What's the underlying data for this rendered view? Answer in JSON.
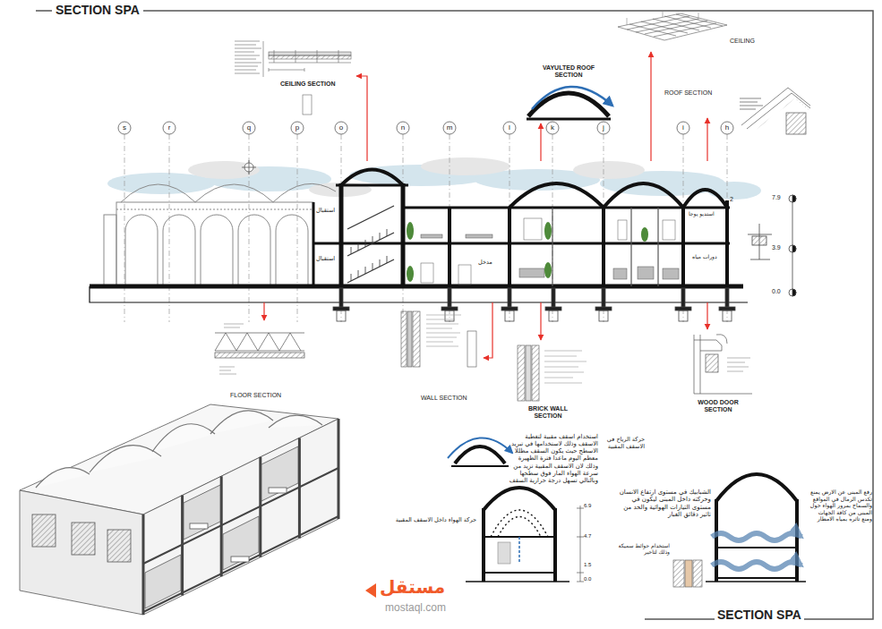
{
  "diagram": {
    "title": "SECTION SPA",
    "nodes": [
      {
        "text": [
          "استقبال",
          "استقبال",
          "مدخل",
          "استديو يوجا",
          "دورات مياه"
        ]
      },
      {
        "text": [
          "CEILING SECTION"
        ]
      },
      {
        "text": [
          "VAYULTED ROOF SECTION"
        ]
      },
      {
        "text": [
          "CEILING"
        ]
      },
      {
        "text": [
          "ROOF SECTION"
        ]
      },
      {
        "text": [
          "FLOOR SECTION"
        ]
      },
      {
        "text": [
          "WALL SECTION"
        ]
      },
      {
        "text": [
          "BRICK WALL SECTION"
        ]
      },
      {
        "text": [
          "WOOD DOOR SECTION"
        ]
      }
    ],
    "edges": [
      {
        "from": 0,
        "to": 1,
        "arrow": "to"
      },
      {
        "from": 0,
        "to": 2,
        "arrow": "to"
      },
      {
        "from": 0,
        "to": 3,
        "arrow": "to"
      },
      {
        "from": 0,
        "to": 4,
        "arrow": "to"
      },
      {
        "from": 0,
        "to": 5,
        "arrow": "to"
      },
      {
        "from": 0,
        "to": 6,
        "arrow": "to"
      },
      {
        "from": 0,
        "to": 7,
        "arrow": "to"
      },
      {
        "from": 0,
        "to": 8,
        "arrow": "to"
      }
    ],
    "labels": [
      "SECTION SPA",
      "s",
      "r",
      "q",
      "p",
      "o",
      "n",
      "m",
      "l",
      "k",
      "j",
      "i",
      "h",
      "2",
      "7.9",
      "3.9",
      "0.0",
      "استخدام اسقف مقبية لتغطية الاسقف وذلك لاستخدامها في تبريد الاسطح حيث يكون السقف مظللا معظم اليوم ماعدا فترة الظهيرة وذلك لان الاسقف المقبية تزيد من سرعة الهواء المار فوق سطحها وبالتالي تسهل درجة حرارية السقف",
      "حركة الرياح في الاسقف المقبية",
      "حركة الهواء داخل الاسقف المقبية",
      "6.9",
      "4.7",
      "1.5",
      "0.0",
      "الشبابيك في مستوى ارتفاع الانسان وحركته داخل المبنى ليكون في مستوى التيارات الهوائية والحد من تاثير دقائق الغبار",
      "رفع المبنى عن الارض يمنع تكدس الرمال في المواقع والسماح بمرور الهواء حول المبنى من كافة الجهات ومنع تاثره بمياه الامطار",
      "استخدام حوائط سميكة وذلك لتاخير",
      "مستقل",
      "mostaql.com"
    ]
  }
}
